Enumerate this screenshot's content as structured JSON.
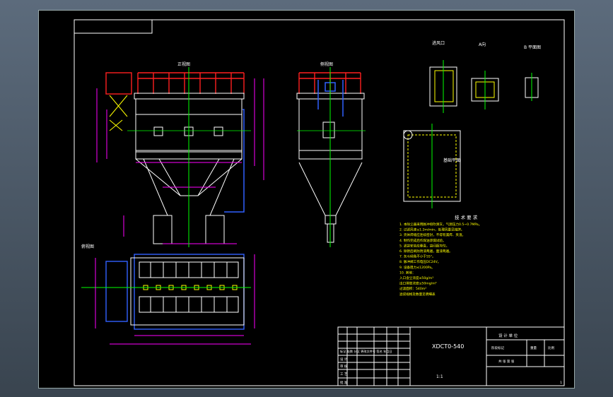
{
  "title_block": {
    "model_code": "XDCT0-540",
    "scale_text": "1:1",
    "drawing_no": "1",
    "header_text": "设 计 单 位",
    "rev_row": "标记 处数 分区 更改文件号 签名 年月日",
    "row_design": "设 计",
    "row_check": "审 核",
    "row_approve": "批 准",
    "row_process": "工 艺",
    "right_header": [
      "阶段标记",
      "重量",
      "比例"
    ],
    "sheet_text": "共 张  第 张"
  },
  "views": {
    "front_label": "正视图",
    "side_label": "侧视图",
    "top_label": "俯视图",
    "detail_a_label": "进风口",
    "detail_b_label": "A向",
    "detail_c_label": "B 平面图",
    "plan_label": "基础平面"
  },
  "notes": {
    "heading": "技 术 要 求",
    "lines": [
      "1. 本除尘器采用脉冲喷吹清灰，气源压力0.5~0.7MPa。",
      "2. 过滤风速≤1.2m/min，处理风量见铭牌。",
      "3. 壳体焊缝应连续密封，不得有漏焊、夹渣。",
      "4. 制作完成后作煤油渗漏试验。",
      "5. 滤袋安装应垂直，袋间距均匀。",
      "6. 除锈后刷防锈漆两遍，面漆两遍。",
      "7. 灰斗倾角不小于55°。",
      "8. 脉冲阀工作电压DC24V。",
      "9. 设备阻力≤1200Pa。",
      "10. 其他：",
      "  入口含尘浓度≤50g/m³",
      "  出口排放浓度≤50mg/m³",
      "  过滤面积：540m²",
      "  滤袋规格及数量见明细表"
    ]
  },
  "colors": {
    "frame": "#ffffff",
    "structure": "#ffffff",
    "dimension": "#ff00ff",
    "centerline": "#00ff00",
    "railing": "#ff2020",
    "pipe": "#3060ff",
    "accent": "#ffff00",
    "ladder": "#ffa000"
  }
}
